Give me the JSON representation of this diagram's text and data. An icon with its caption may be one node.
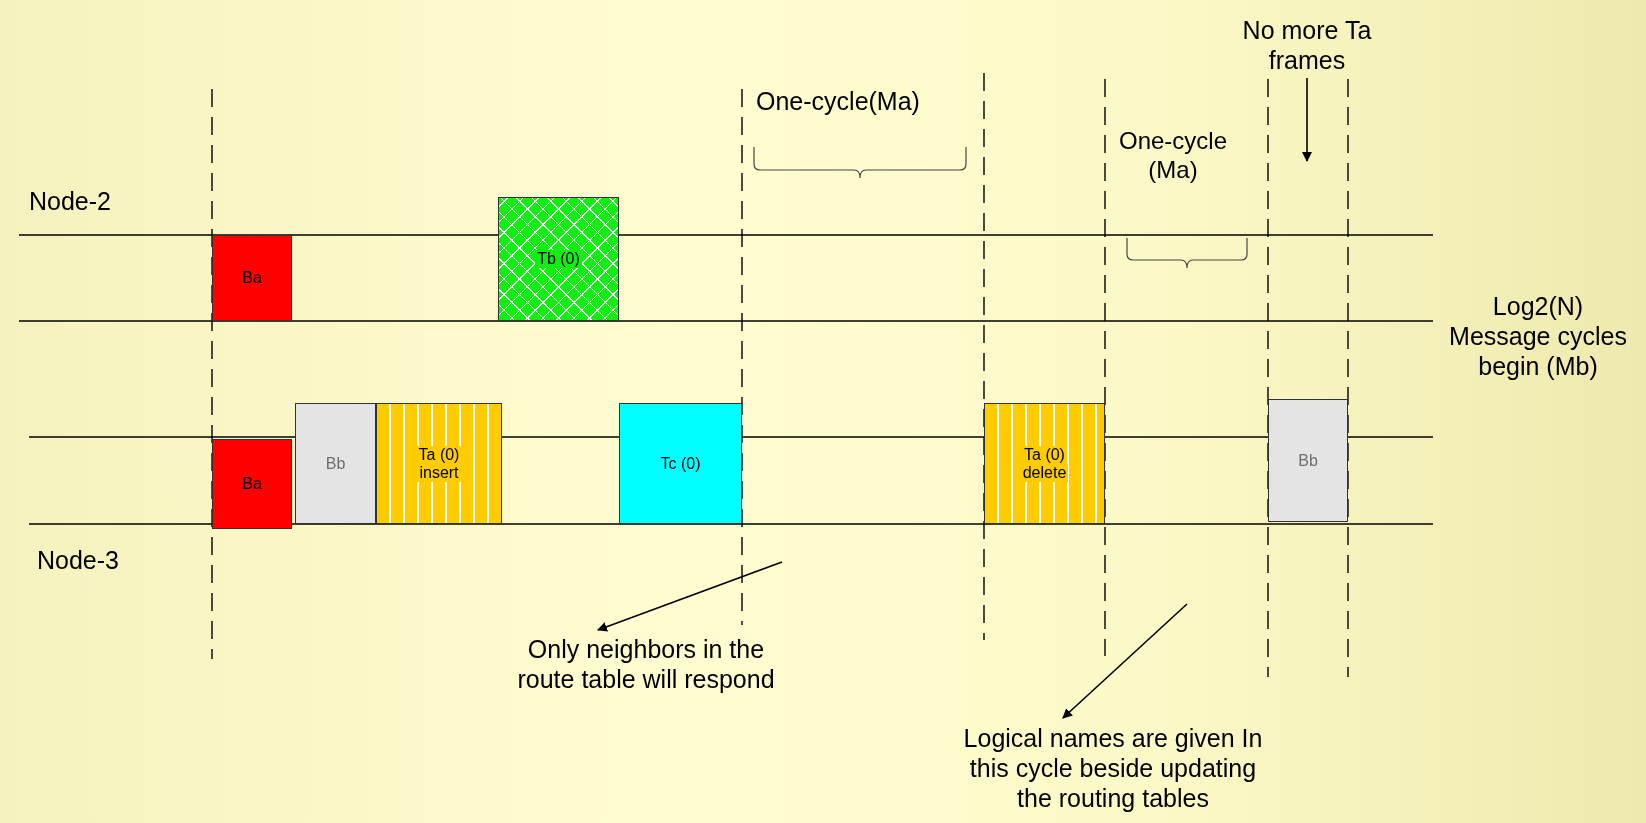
{
  "diagram": {
    "nodes": [
      {
        "text": [
          "Ba"
        ]
      },
      {
        "text": [
          "Tb (0)"
        ]
      },
      {
        "text": [
          "Ba"
        ]
      },
      {
        "text": [
          "Bb"
        ]
      },
      {
        "text": [
          "Ta (0)",
          "insert"
        ]
      },
      {
        "text": [
          "Tc (0)"
        ]
      },
      {
        "text": [
          "Ta (0)",
          "delete"
        ]
      },
      {
        "text": [
          "Bb"
        ]
      },
      {
        "text": [
          "No more Ta frames"
        ]
      },
      {
        "text": [
          "Only neighbors in the route table will respond"
        ]
      },
      {
        "text": [
          "Logical names are given In this cycle beside updating the routing tables"
        ]
      }
    ],
    "edges": [
      {
        "from": 8,
        "to": null,
        "arrow": "to"
      },
      {
        "from": null,
        "to": 9,
        "arrow": "to"
      },
      {
        "from": null,
        "to": 10,
        "arrow": "to"
      }
    ],
    "labels": [
      "One-cycle(Ma)",
      "One-cycle (Ma)",
      "Node-2",
      "Log2(N) Message cycles begin (Mb)",
      "Node-3"
    ]
  }
}
